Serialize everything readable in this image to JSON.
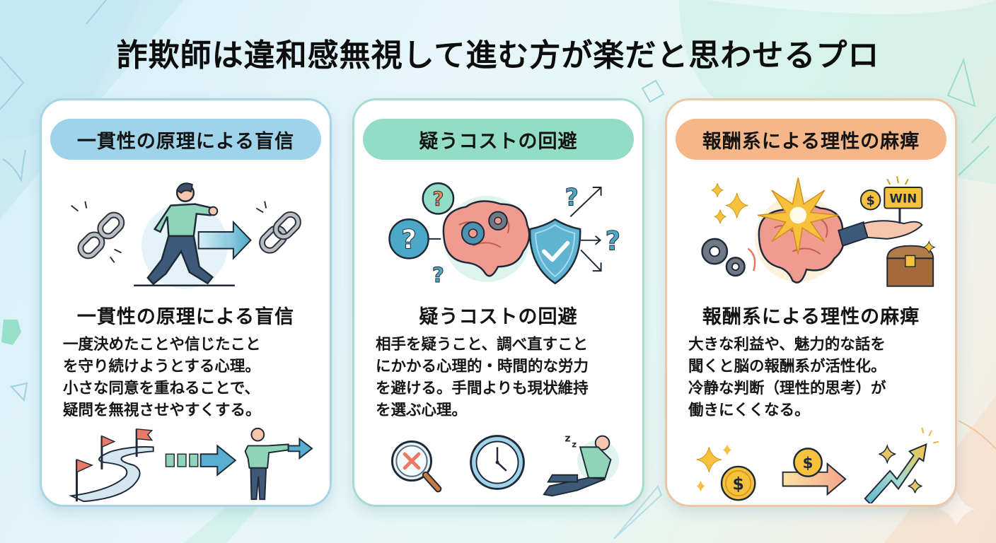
{
  "title": "詐欺師は違和感無視して進む方が楽だと思わせるプロ",
  "colors": {
    "card1_accent": "#9fd3ea",
    "card2_accent": "#93dcc6",
    "card3_accent": "#f5b689",
    "card1_border": "#a8d4e6",
    "card2_border": "#a6dccd",
    "card3_border": "#efc6a4"
  },
  "cards": [
    {
      "pill_label": "一貫性の原理による盲信",
      "heading": "一貫性の原理による盲信",
      "description_lines": [
        "一度決めたことや信じたこと",
        "を守り続けようとする心理。",
        "小さな同意を重ねることで、",
        "疑問を無視させやすくする。"
      ],
      "top_illustration_icons": [
        "broken-chain-icon",
        "walking-person-icon",
        "arrow-right-icon",
        "chain-link-icon"
      ],
      "bottom_illustration_icons": [
        "winding-road-flags-icon",
        "dashed-arrow-icon",
        "person-pointing-icon"
      ]
    },
    {
      "pill_label": "疑うコストの回避",
      "heading": "疑うコストの回避",
      "description_lines": [
        "相手を疑うこと、調べ直すこと",
        "にかかる心理的・時間的な労力",
        "を避ける。手間よりも現状維持",
        "を選ぶ心理。"
      ],
      "top_illustration_icons": [
        "question-bubble-icon",
        "brain-gears-icon",
        "shield-check-icon",
        "deflect-arrows-icon"
      ],
      "bottom_illustration_icons": [
        "magnifier-x-icon",
        "clock-icon",
        "relaxing-person-icon"
      ]
    },
    {
      "pill_label": "報酬系による理性の麻痺",
      "heading": "報酬系による理性の麻痺",
      "description_lines": [
        "大きな利益や、魅力的な話を",
        "聞くと脳の報酬系が活性化。",
        "冷静な判断（理性的思考）が",
        "働きにくくなる。"
      ],
      "top_illustration_icons": [
        "sparkles-icon",
        "gears-icon",
        "brain-burst-icon",
        "hand-offer-icon",
        "coin-icon",
        "treasure-chest-icon"
      ],
      "top_illustration_text": {
        "coin_symbol": "$",
        "sign_label": "WIN"
      },
      "bottom_illustration_icons": [
        "sparkle-coin-icon",
        "coin-arrow-icon",
        "rising-chart-arrow-icon"
      ],
      "bottom_illustration_text": {
        "coin_symbol": "$"
      }
    }
  ]
}
